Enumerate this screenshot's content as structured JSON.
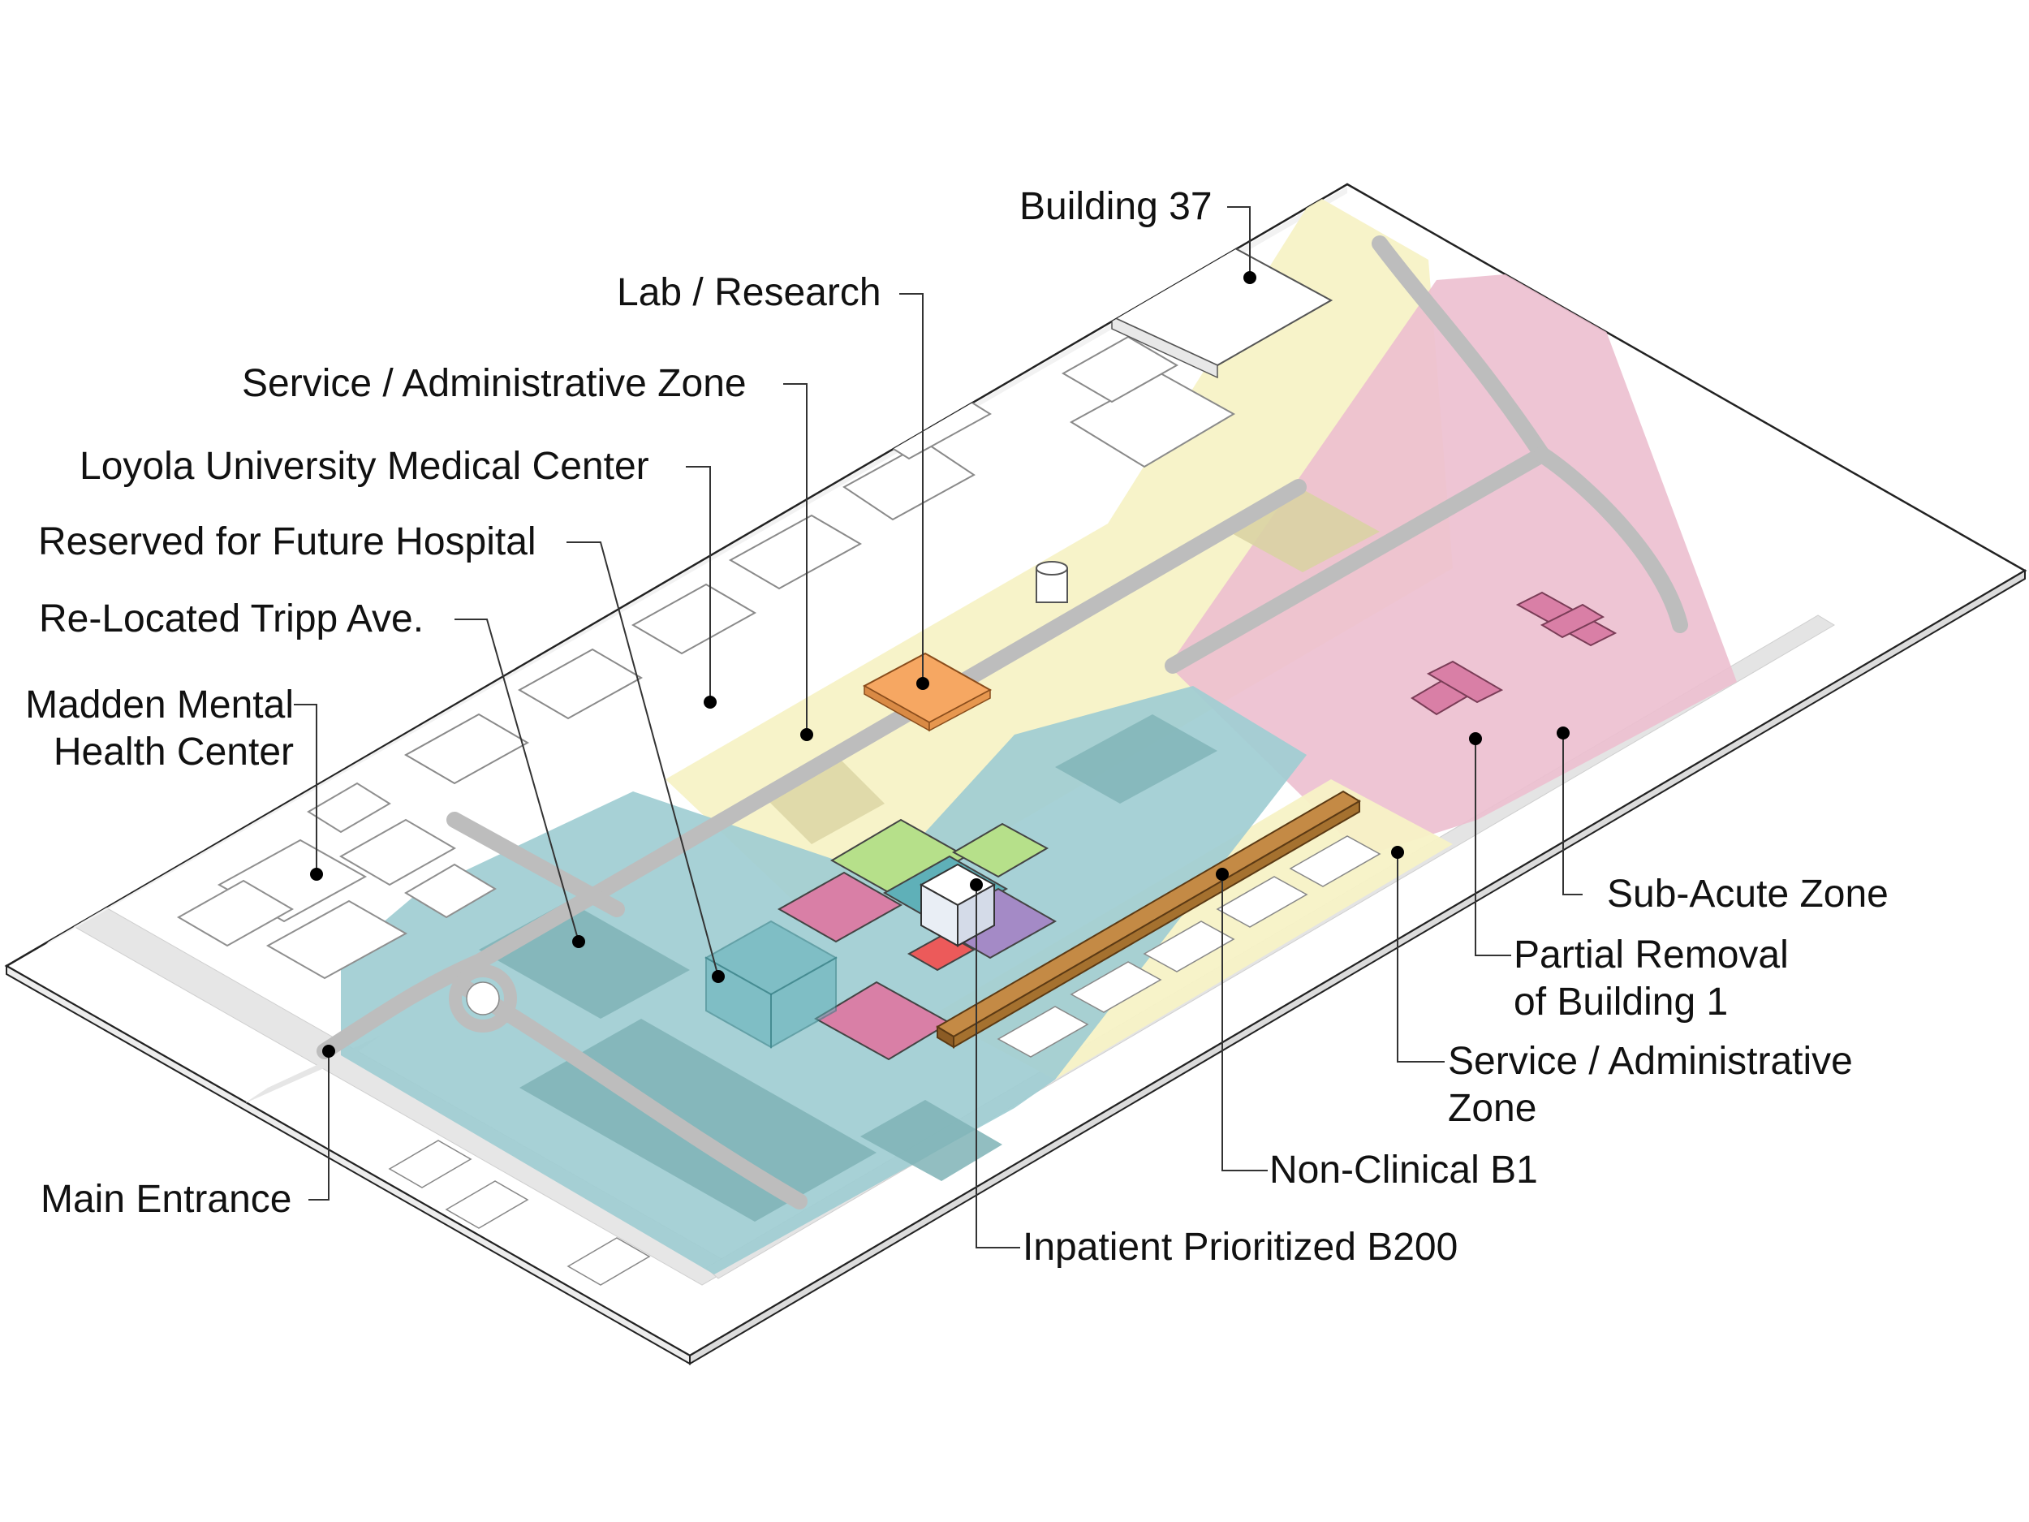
{
  "labels": {
    "building_37": "Building 37",
    "lab_research": "Lab / Research",
    "service_admin_north": "Service / Administrative Zone",
    "loyola": "Loyola University Medical Center",
    "reserved_future": "Reserved for Future Hospital",
    "relocated_tripp": "Re-Located Tripp Ave.",
    "madden_line1": "Madden Mental",
    "madden_line2": "Health Center",
    "main_entrance": "Main Entrance",
    "sub_acute": "Sub-Acute Zone",
    "partial_removal_line1": "Partial Removal",
    "partial_removal_line2": "of Building 1",
    "service_admin_south_line1": "Service / Administrative",
    "service_admin_south_line2": "Zone",
    "non_clinical": "Non-Clinical B1",
    "inpatient": "Inpatient Prioritized B200"
  },
  "colors": {
    "inpatient_zone": "#9fcdd3",
    "service_zone": "#f7f2c6",
    "sub_acute_zone": "#ecbfcf",
    "lab_building": "#f6a762",
    "non_clinical_bar": "#b07a3c",
    "clinical_pink": "#d97fa6",
    "clinical_teal": "#5fb0b8",
    "clinical_green": "#b6e08a",
    "clinical_purple": "#a48ac6",
    "clinical_red": "#ec5a5a"
  }
}
